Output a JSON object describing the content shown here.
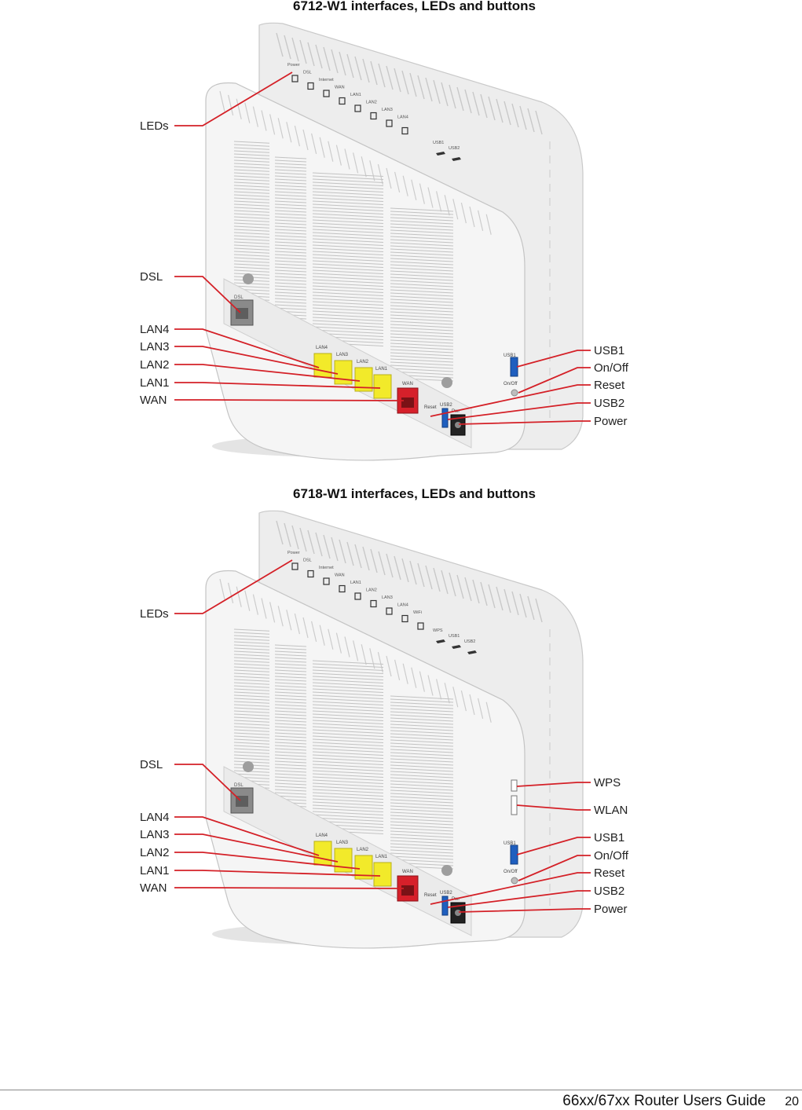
{
  "figures": [
    {
      "title": "6712-W1 interfaces, LEDs and buttons",
      "device_labels": {
        "led_names": [
          "Power",
          "DSL",
          "Internet",
          "WAN",
          "LAN1",
          "LAN2",
          "LAN3",
          "LAN4"
        ],
        "right_led_names": [
          "USB1",
          "USB2"
        ],
        "ports": [
          "LAN4",
          "LAN3",
          "LAN2",
          "LAN1"
        ],
        "wan": "WAN",
        "dsl": "DSL",
        "reset": "Reset",
        "usb2": "USB2",
        "usb1": "USB1",
        "onoff": "On/Off",
        "pwr": "Pwr"
      },
      "left_callouts": [
        "LEDs",
        "DSL",
        "LAN4",
        "LAN3",
        "LAN2",
        "LAN1",
        "WAN"
      ],
      "right_callouts": [
        "USB1",
        "On/Off",
        "Reset",
        "USB2",
        "Power"
      ]
    },
    {
      "title": "6718-W1 interfaces, LEDs and buttons",
      "device_labels": {
        "led_names": [
          "Power",
          "DSL",
          "Internet",
          "WAN",
          "LAN1",
          "LAN2",
          "LAN3",
          "LAN4",
          "WiFi"
        ],
        "right_led_names": [
          "WPS",
          "USB1",
          "USB2"
        ],
        "ports": [
          "LAN4",
          "LAN3",
          "LAN2",
          "LAN1"
        ],
        "wan": "WAN",
        "dsl": "DSL",
        "reset": "Reset",
        "usb2": "USB2",
        "usb1": "USB1",
        "onoff": "On/Off",
        "pwr": "Pwr"
      },
      "left_callouts": [
        "LEDs",
        "DSL",
        "LAN4",
        "LAN3",
        "LAN2",
        "LAN1",
        "WAN"
      ],
      "right_callouts": [
        "WPS",
        "WLAN",
        "USB1",
        "On/Off",
        "Reset",
        "USB2",
        "Power"
      ]
    }
  ],
  "footer": {
    "title": "66xx/67xx Router Users Guide",
    "page": "20"
  },
  "colors": {
    "callout_line": "#d42027",
    "lan_port": "#f2ea2a",
    "wan_port": "#d6202a",
    "usb_port": "#1f5fbf",
    "body": "#f1f1f1"
  }
}
